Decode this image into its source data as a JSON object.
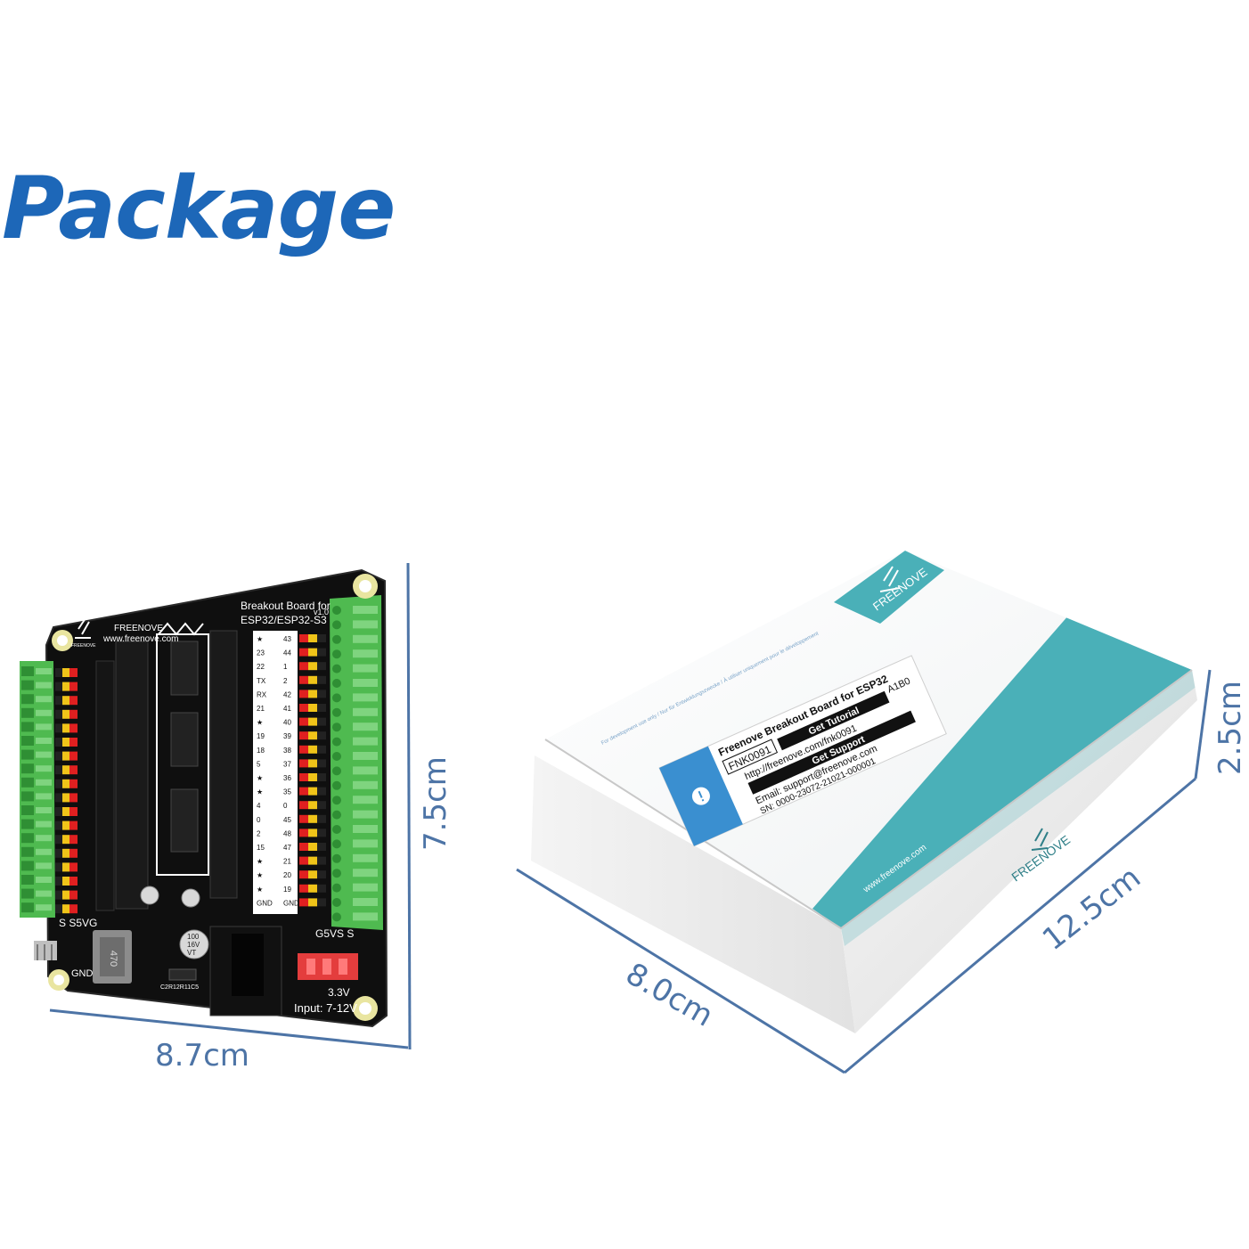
{
  "title": "Package",
  "colors": {
    "title": "#1d67b8",
    "dimension_lines": "#4d74a6",
    "pcb": "#0f0f0f",
    "terminal": "#5cc65c",
    "box_accent": "#4ab0b8"
  },
  "dimensions": {
    "board_width": "8.7cm",
    "board_height": "7.5cm",
    "box_depth": "8.0cm",
    "box_length": "12.5cm",
    "box_height": "2.5cm"
  },
  "board": {
    "title_line1": "Breakout Board for",
    "title_line2": "ESP32/ESP32-S3",
    "version": "v1.0",
    "brand": "FREENOVE",
    "brand_small": "FREENOVE",
    "url": "www.freenove.com",
    "left_header": "S   S5VG",
    "right_header": "G5VS   S",
    "gnd_label": "GND",
    "input_label": "Input: 7-12V",
    "jumper_label": "3.3V",
    "inductor_label": "470",
    "cap_label": "100\n16V\nVT",
    "cap_line1": "100",
    "cap_line2": "16V",
    "cap_line3": "VT",
    "component_label": "C2R12R11C5",
    "pin_labels": [
      "★",
      "23",
      "22",
      "TX",
      "RX",
      "21",
      "★",
      "19",
      "18",
      "5",
      "★",
      "★",
      "4",
      "0",
      "2",
      "15",
      "★",
      "★",
      "★",
      "GND"
    ],
    "pin_labels_right": [
      "43",
      "44",
      "1",
      "2",
      "42",
      "41",
      "40",
      "39",
      "38",
      "37",
      "36",
      "35",
      "0",
      "45",
      "48",
      "47",
      "21",
      "20",
      "19",
      "GND"
    ]
  },
  "box": {
    "brand": "FREENOVE",
    "brand_side": "FREENOVE",
    "url": "www.freenove.com",
    "label_title": "Freenove Breakout Board for ESP32",
    "label_code": "FNK0091",
    "label_rev": "A1B0",
    "tutorial_heading": "Get Tutorial",
    "tutorial_url": "http://freenove.com/fnk0091",
    "support_heading": "Get Support",
    "support_email": "Email: support@freenove.com",
    "serial": "SN: 0000-23072-21021-000001",
    "disclaimer": "For development use only / Nur für Entwicklungszwecke / À utiliser uniquement pour le développement"
  }
}
